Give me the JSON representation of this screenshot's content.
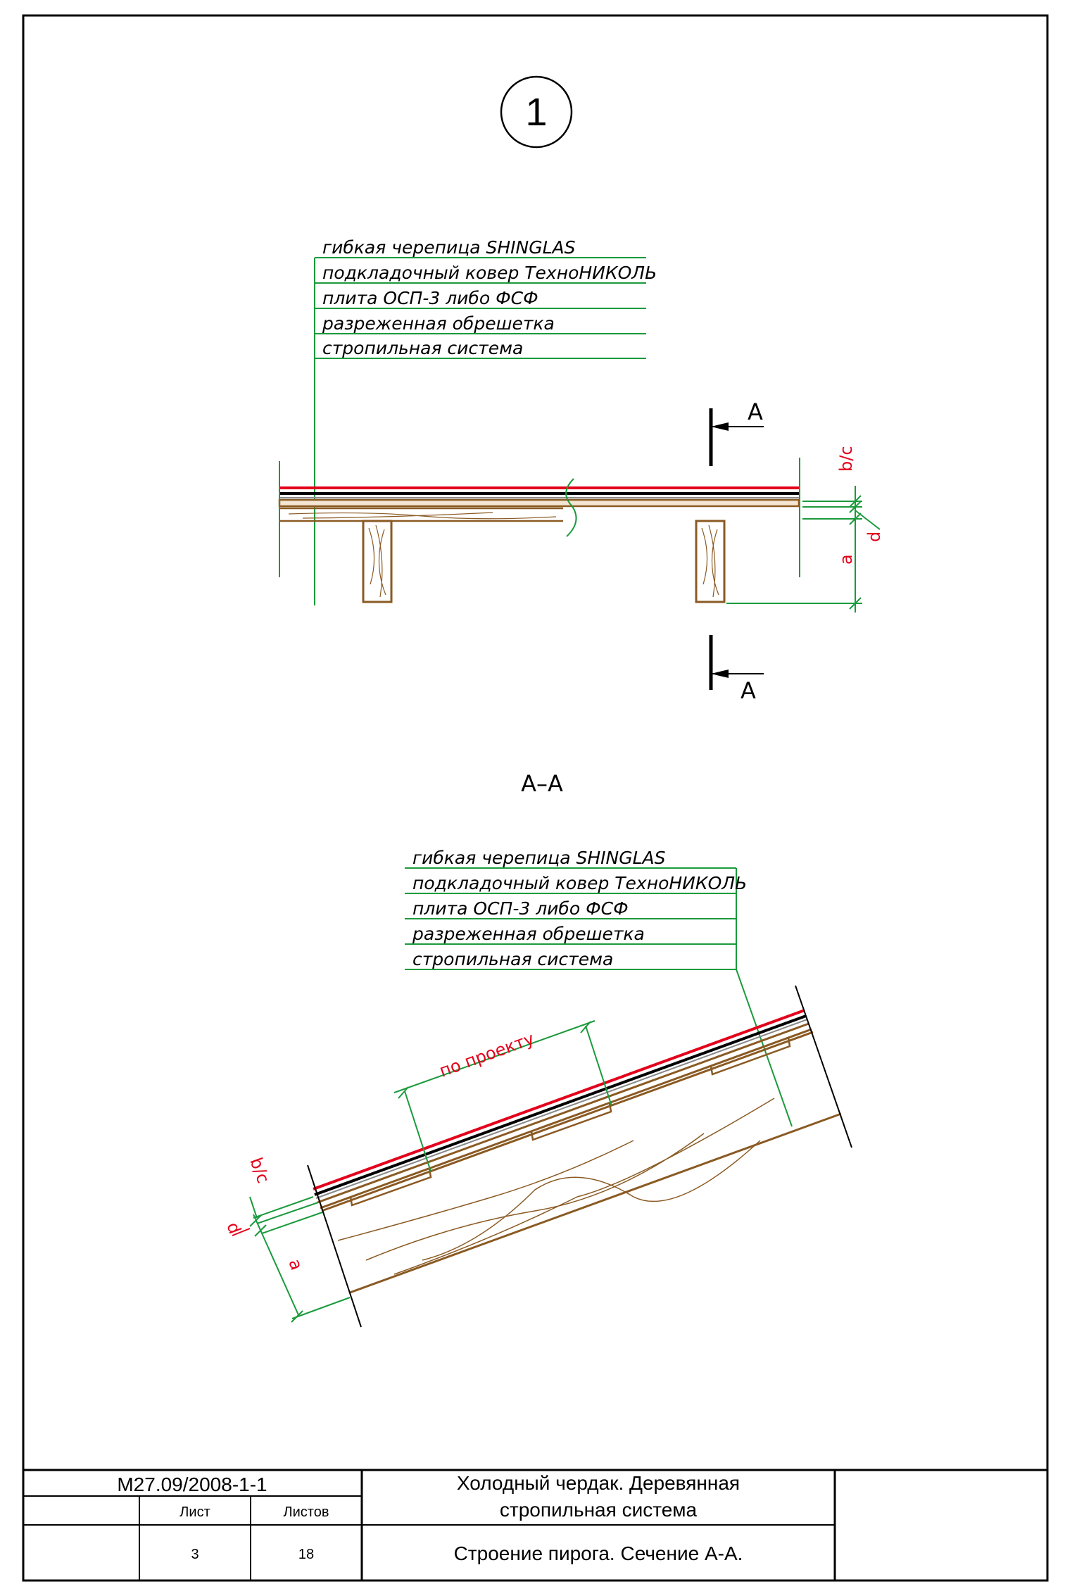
{
  "detail": {
    "number": "1"
  },
  "layers_top": [
    "гибкая черепица SHINGLAS",
    "подкладочный ковер ТехноНИКОЛЬ",
    "плита ОСП-3 либо ФСФ",
    "разреженная обрешетка",
    "стропильная система"
  ],
  "layers_section": [
    "гибкая черепица SHINGLAS",
    "подкладочный ковер ТехноНИКОЛЬ",
    "плита ОСП-3 либо ФСФ",
    "разреженная обрешетка",
    "стропильная система"
  ],
  "section_marks": {
    "top": "A",
    "bottom": "A"
  },
  "section_title": "А–А",
  "dimensions_top": {
    "bc": "b/c",
    "d": "d",
    "a": "a"
  },
  "dimensions_section": {
    "bc": "b/c",
    "d": "d",
    "a": "a",
    "spacing": "по проекту"
  },
  "colors": {
    "frame": "#000000",
    "leader": "#1b9a3c",
    "dimension": "#e3001b",
    "wood": "#8a5a23",
    "shingle": "#e3001b"
  },
  "title_block": {
    "code": "М27.09/2008-1-1",
    "sheet_label": "Лист",
    "sheets_label": "Листов",
    "sheet": "3",
    "sheets": "18",
    "title": [
      "Холодный чердак. Деревянная",
      "стропильная система"
    ],
    "subtitle": "Строение пирога. Сечение А-А."
  }
}
